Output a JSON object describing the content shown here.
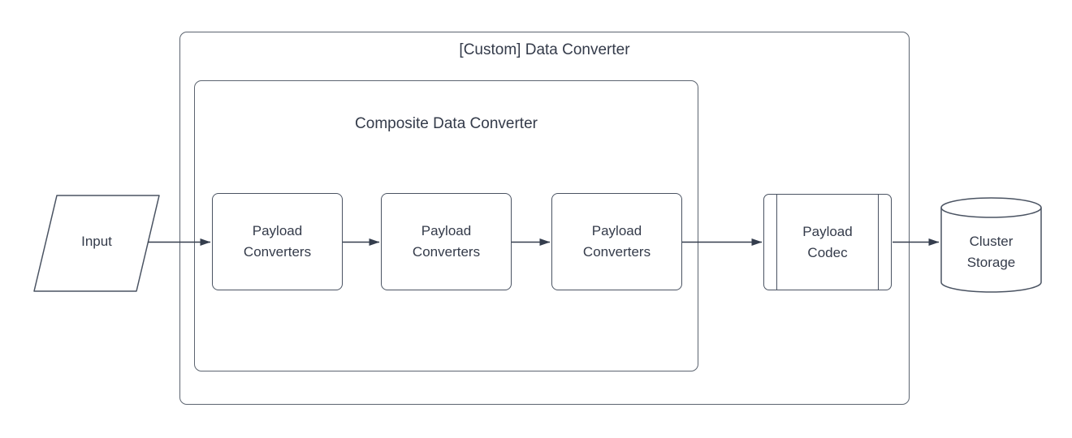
{
  "page": {
    "background": "#ffffff"
  },
  "colors": {
    "node_stroke": "#4a5362",
    "container_stroke": "#5c6470",
    "arrow": "#343d4d",
    "text": "#343b4a",
    "shape_fill": "#ffffff"
  },
  "containers": {
    "outer": {
      "label": "[Custom] Data Converter"
    },
    "inner": {
      "label": "Composite Data Converter"
    }
  },
  "nodes": {
    "input": {
      "label": "Input",
      "shape": "parallelogram"
    },
    "converter1": {
      "label": "Payload\nConverters",
      "shape": "rectangle"
    },
    "converter2": {
      "label": "Payload\nConverters",
      "shape": "rectangle"
    },
    "converter3": {
      "label": "Payload\nConverters",
      "shape": "rectangle"
    },
    "codec": {
      "label": "Payload\nCodec",
      "shape": "predefined-process"
    },
    "storage": {
      "label": "Cluster\nStorage",
      "shape": "cylinder"
    }
  },
  "edges": [
    {
      "from": "input",
      "to": "converter1"
    },
    {
      "from": "converter1",
      "to": "converter2"
    },
    {
      "from": "converter2",
      "to": "converter3"
    },
    {
      "from": "converter3",
      "to": "codec"
    },
    {
      "from": "codec",
      "to": "storage"
    }
  ]
}
